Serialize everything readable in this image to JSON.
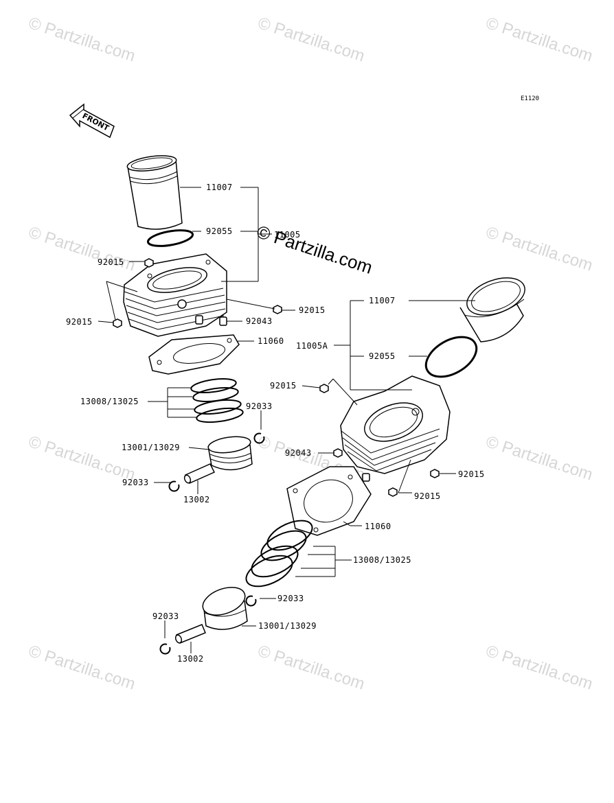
{
  "diagram_code": "E1120",
  "front_label": "FRONT",
  "watermark": {
    "text": "© Partzilla.com",
    "center_text": "© Partzilla.com"
  },
  "labels": {
    "l_11007_a": "11007",
    "l_92055_a": "92055",
    "l_11005": "11005",
    "l_92015_a": "92015",
    "l_92015_b": "92015",
    "l_92015_c": "92015",
    "l_92043_a": "92043",
    "l_11060_a": "11060",
    "l_13008_a": "13008/13025",
    "l_92033_a": "92033",
    "l_13001_a": "13001/13029",
    "l_92033_b": "92033",
    "l_13002_a": "13002",
    "l_11007_b": "11007",
    "l_11005A": "11005A",
    "l_92055_b": "92055",
    "l_92015_d": "92015",
    "l_92043_b": "92043",
    "l_92015_e": "92015",
    "l_92015_f": "92015",
    "l_11060_b": "11060",
    "l_13008_b": "13008/13025",
    "l_92033_c": "92033",
    "l_92033_d": "92033",
    "l_13001_b": "13001/13029",
    "l_13002_b": "13002"
  }
}
